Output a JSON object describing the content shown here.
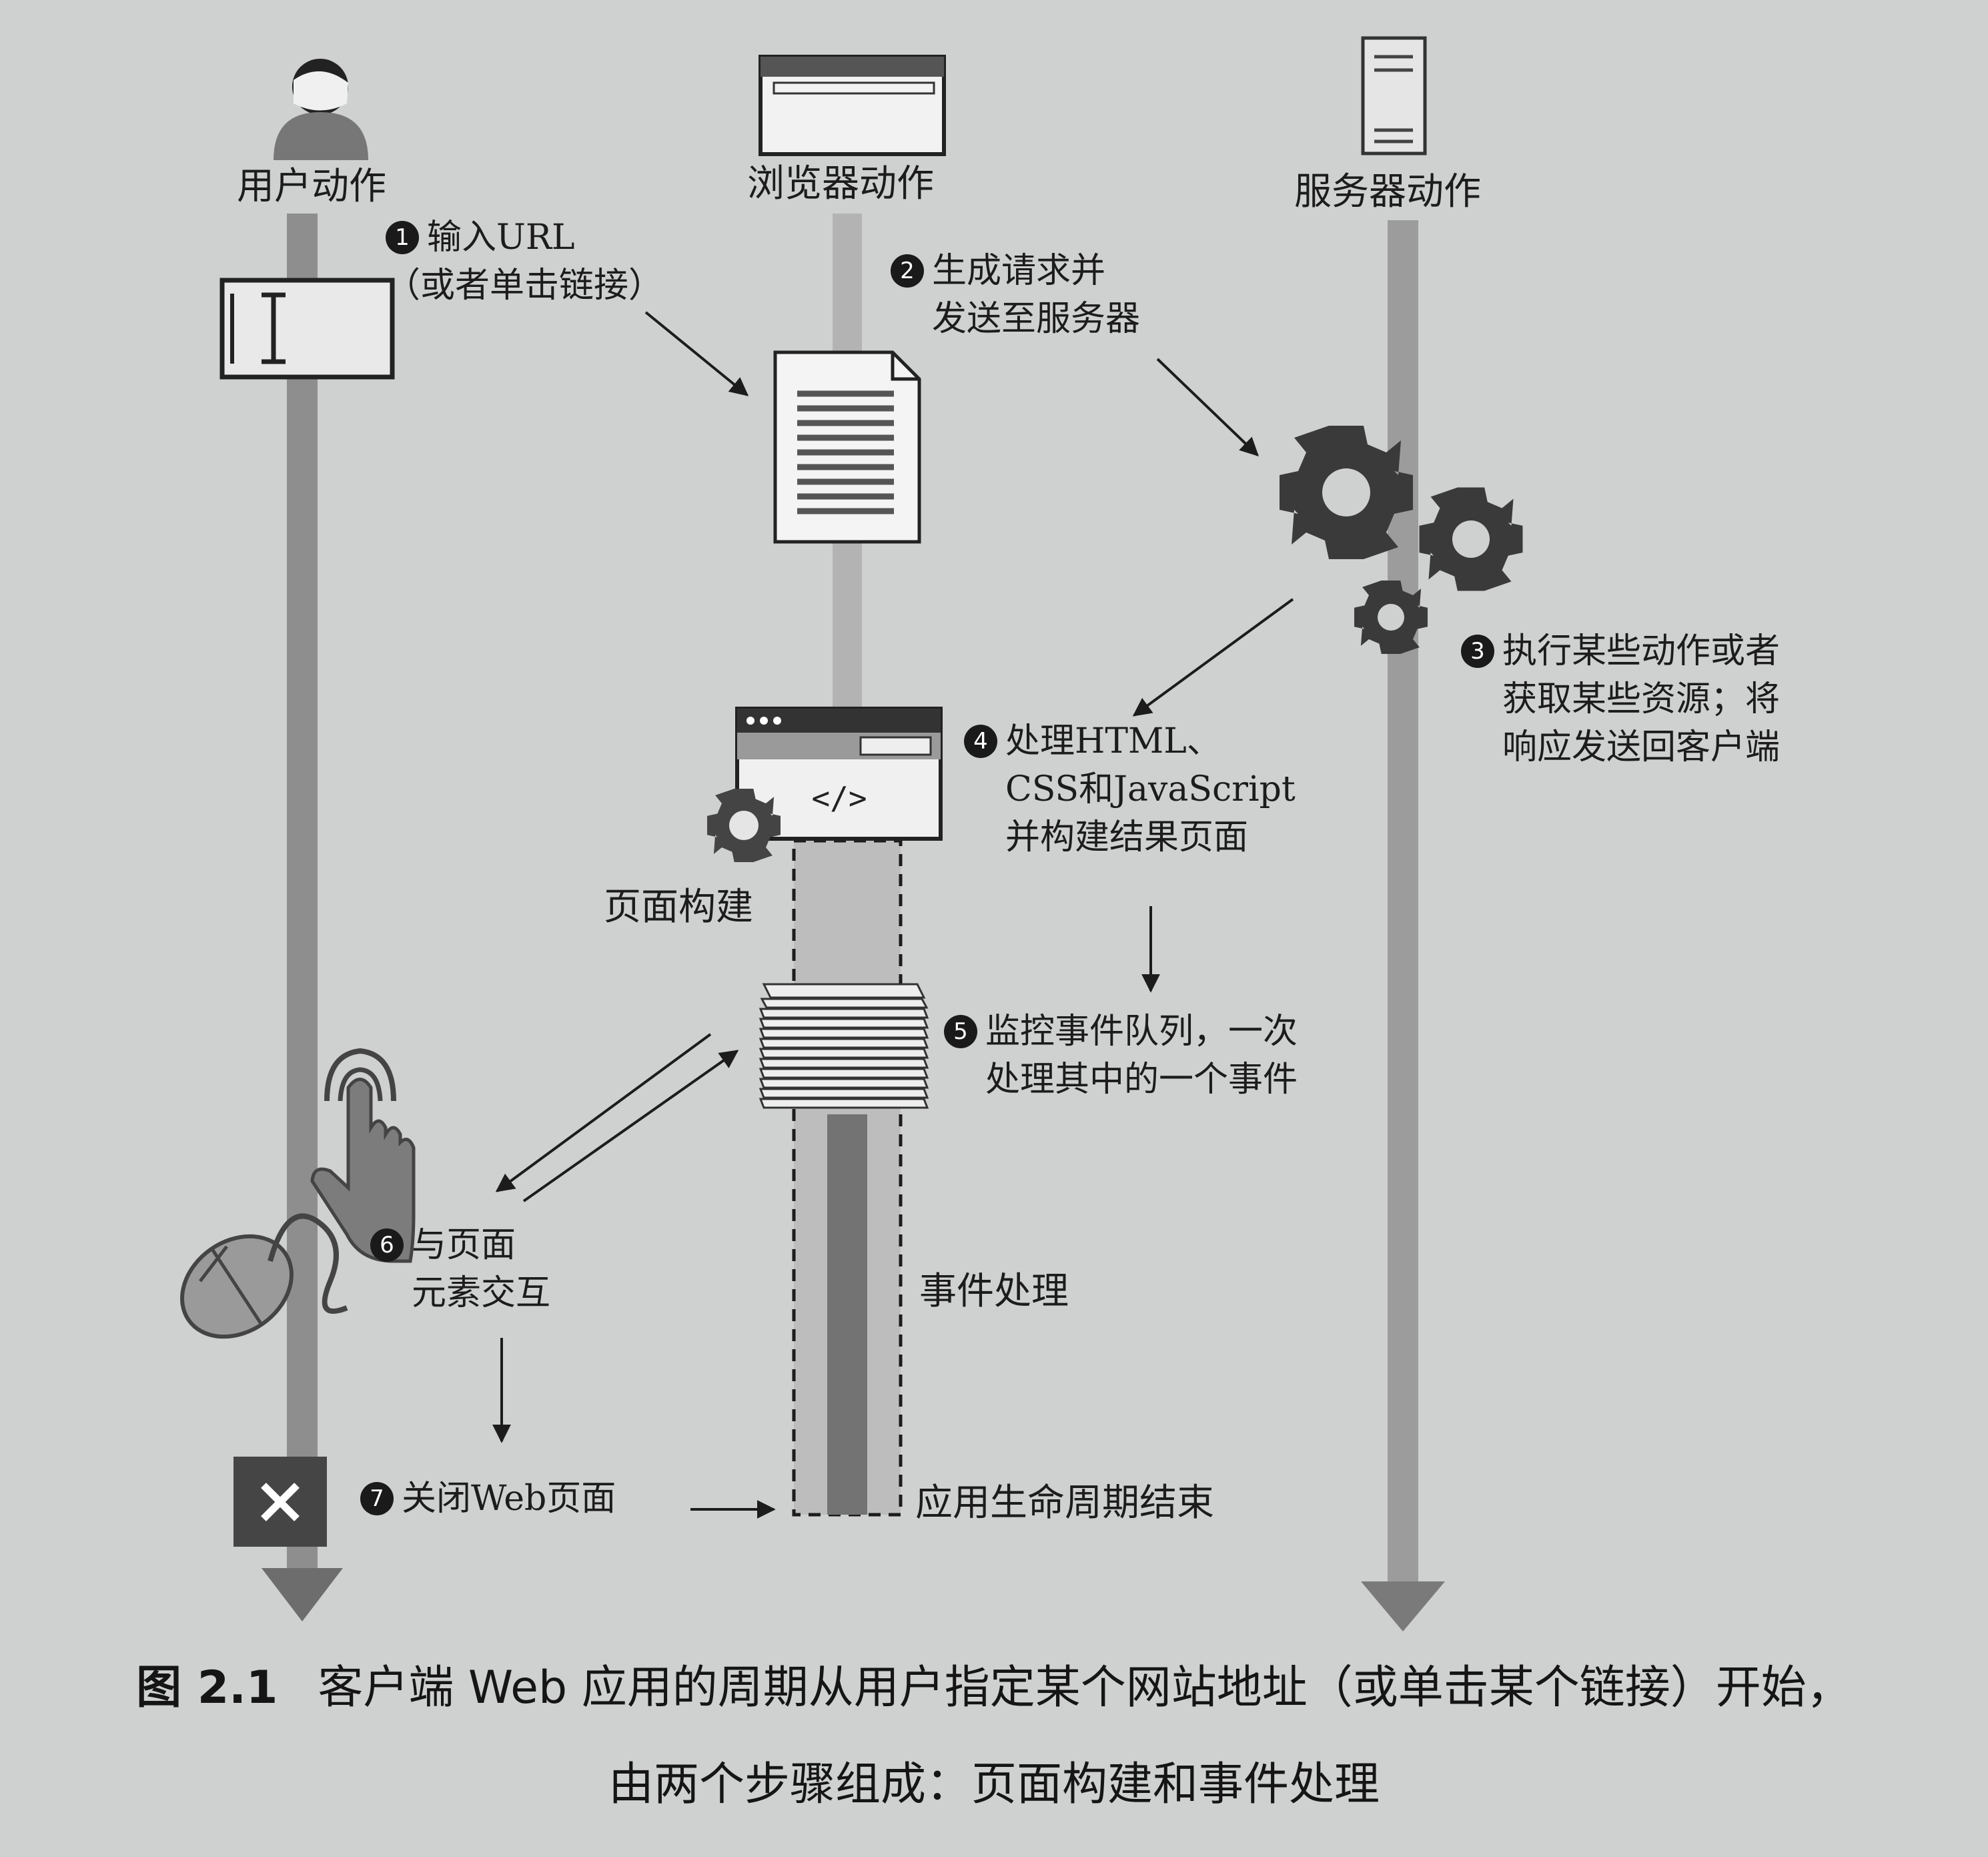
{
  "lanes": {
    "user": "用户动作",
    "browser": "浏览器动作",
    "server": "服务器动作"
  },
  "steps": [
    {
      "num": "1",
      "lines": [
        "输入URL",
        "（或者单击链接）"
      ]
    },
    {
      "num": "2",
      "lines": [
        "生成请求并",
        "发送至服务器"
      ]
    },
    {
      "num": "3",
      "lines": [
        "执行某些动作或者",
        "获取某些资源；将",
        "响应发送回客户端"
      ]
    },
    {
      "num": "4",
      "lines": [
        "处理HTML、",
        "CSS和JavaScript",
        "并构建结果页面"
      ]
    },
    {
      "num": "5",
      "lines": [
        "监控事件队列，一次",
        "处理其中的一个事件"
      ]
    },
    {
      "num": "6",
      "lines": [
        "与页面",
        "元素交互"
      ]
    },
    {
      "num": "7",
      "lines": [
        "关闭Web页面"
      ]
    }
  ],
  "phases": {
    "page_building": "页面构建",
    "event_handling": "事件处理",
    "lifecycle_end": "应用生命周期结束"
  },
  "code_tag": "</>",
  "caption": {
    "figure_number": "图 2.1",
    "line1": "客户端 Web 应用的周期从用户指定某个网站地址（或单击某个链接）开始，",
    "line2": "由两个步骤组成：页面构建和事件处理"
  },
  "colors": {
    "background": "#cfd1d0",
    "lane_user": "#8e8e8e",
    "lane_browser": "#b3b3b3",
    "lane_server": "#9c9c9c",
    "event_band": "#777777",
    "badge": "#1a1a1a"
  },
  "icons": [
    "user-icon",
    "browser-window-icon",
    "server-icon",
    "text-cursor-icon",
    "document-icon",
    "gears-icon",
    "browser-code-icon",
    "gear-icon",
    "event-queue-icon",
    "touch-hand-icon",
    "mouse-icon",
    "close-icon"
  ]
}
